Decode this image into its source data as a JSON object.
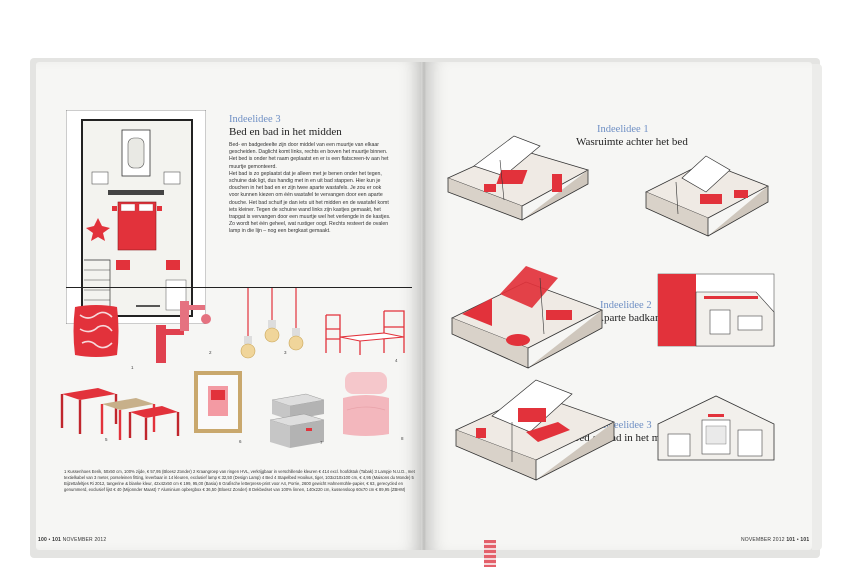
{
  "left_page": {
    "idea_label": "Indeelidee 3",
    "idea_title": "Bed en bad in het midden",
    "body_paragraphs": [
      "Bed- en badgedeelte zijn door middel van een muurtje van elkaar gescheiden. Daglicht komt links, rechts en boven het muurtje binnen. Het bed is onder het raam geplaatst en er is een flatscreen-tv aan het muurtje gemonteerd.",
      "Het bad is zo geplaatst dat je alleen met je benen onder het tegen, schuine dak ligt, dus handig met in en uit bad stappen. Hier kun je douchen in het bad en er zijn twee aparte wastafels. Je zou er ook voor kunnen kiezen om één wastafel te vervangen door een aparte douche. Het bad schuif je dan iets uit het midden en de wastafel komt iets kleiner. Tegen de schuine wand links zijn kastjes gemaakt, het trapgat is vervangen door een muurtje wel het verlengde in de kastjes. Zo wordt het één geheel, wat rustiger oogt. Rechts resteert de ovalen lamp in die lijn – nog een bergkast gemaakt."
    ],
    "product_numbers": [
      "1",
      "2",
      "3",
      "4",
      "5",
      "6",
      "7",
      "8"
    ],
    "captions": "1 Kussenhoes Eerik, 50x50 cm, 100% zijde, € 57,95 (Bloesz Zonder) 2 Kraangroep van ringen HVL, verkrijgbaar in verschillende kleuren € 414 excl. hoofdstuk (Tabak) 3 Lampje N.U.D., met textielkabel van 3 meter, porseleinen fitting, leverbaar in 14 kleuren, exclusief lamp € 32,50 (Design Lamp) 4 Bed 4 Stapelbed Hooikus, tiger, 103x210x100 cm, € 4,95 (Maisons du Monde) 5 Bijzettafeltjes Ri 2012, tangerine & blanke kleur, 42x42x50 cm € 199, 95,00 (Basia) 6 Grafische letterpress-print voor A4, Porrie, 2600 gewicht Hahnemühle-papier, € 63, gerecycled en genummerd, exclusief lijst € 40 (Mijonnder Maast) 7 Aluminium opbergbox € 36,50 (Bloesz Zonder) 8 Dekbedset van 100% linnen, 140x220 cm, kussensloop 60x70 cm € 89,95 (ZBHM)",
    "folio_left": "100",
    "folio_mid": "101",
    "folio_month": "NOVEMBER 2012"
  },
  "right_page": {
    "ideas": [
      {
        "label": "Indeelidee 1",
        "title": "Wasruimte achter het bed"
      },
      {
        "label": "Indeelidee 2",
        "title": "Aparte badkamer"
      },
      {
        "label": "Indeelidee 3",
        "title": "Bed en bad in het midden"
      }
    ],
    "folio_month": "NOVEMBER 2012",
    "folio_left": "101",
    "folio_right": "101"
  },
  "colors": {
    "accent_red": "#e2323b",
    "heading_blue": "#6e8fc4",
    "page": "#f6f6f4",
    "line": "#333333"
  }
}
